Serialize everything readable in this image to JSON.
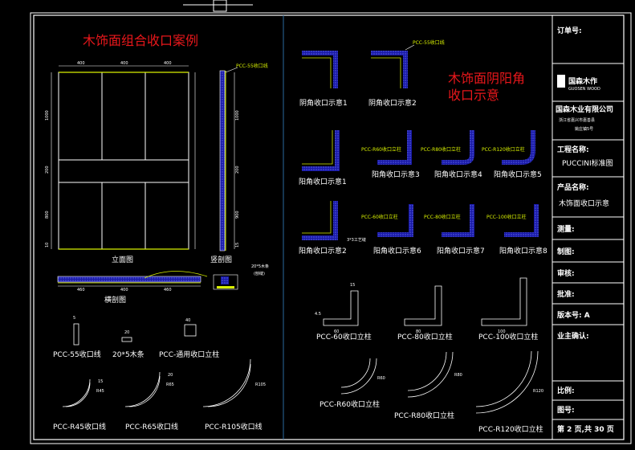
{
  "titles": {
    "left": "木饰面组合收口案例",
    "right_line1": "木饰面阴阳角",
    "right_line2": "收口示意"
  },
  "left_panel": {
    "elevation": "立面图",
    "section": "竖剖图",
    "cross_section": "横剖图",
    "pcc55_tag": "PCC-55收口线",
    "strip_note_1": "20*5木条",
    "strip_note_2": "(刨缝)",
    "dims_top": [
      "400",
      "400",
      "400"
    ],
    "dims_bottom": [
      "460",
      "400",
      "460"
    ],
    "dims_left": [
      "1000",
      "200",
      "800",
      "10"
    ],
    "dims_right": [
      "1000",
      "200",
      "900",
      "15"
    ],
    "parts": [
      "PCC-55收口线",
      "20*5木条",
      "PCC-通用收口立柱"
    ],
    "curves": [
      "PCC-R45收口线",
      "PCC-R65收口线",
      "PCC-R105收口线"
    ],
    "part_dims": [
      "5",
      "20",
      "40"
    ],
    "curve_dims": [
      "R45",
      "R65",
      "R105",
      "15",
      "20"
    ]
  },
  "right_panel": {
    "inner": [
      "阴角收口示意1",
      "阴角收口示意2"
    ],
    "outer_row1": [
      "阳角收口示意1",
      "阳角收口示意3",
      "阳角收口示意4",
      "阳角收口示意5"
    ],
    "outer_row2": [
      "阳角收口示意2",
      "阳角收口示意6",
      "阳角收口示意7",
      "阳角收口示意8"
    ],
    "tag_pcc55": "PCC-55收口线",
    "tags_row1": [
      "PCC-R60收口立柱",
      "PCC-R80收口立柱",
      "PCC-R120收口立柱"
    ],
    "tags_row2": [
      "PCC-60收口立柱",
      "PCC-80收口立柱",
      "PCC-100收口立柱"
    ],
    "joint_note": "3*3工艺缝",
    "posts": [
      "PCC-60收口立柱",
      "PCC-80收口立柱",
      "PCC-100收口立柱"
    ],
    "round_posts": [
      "PCC-R60收口立柱",
      "PCC-R80收口立柱",
      "PCC-R120收口立柱"
    ],
    "post_dims": [
      "60",
      "80",
      "100",
      "15",
      "4.5"
    ],
    "round_dims": [
      "R60",
      "R80",
      "R120"
    ]
  },
  "title_block": {
    "order_no": "订单号:",
    "brand_cn": "国森木作",
    "brand_en": "GUOSEN WOOD",
    "company": "国森木业有限公司",
    "address_1": "浙江省嘉兴市嘉善县",
    "address_2": "姚庄镇5号",
    "project_label": "工程名称:",
    "project_value": "PUCCINI标准图",
    "product_label": "产品名称:",
    "product_value": "木饰面收口示意",
    "survey": "测量:",
    "drafting": "制图:",
    "review": "审核:",
    "approve": "批准:",
    "version": "版本号: A",
    "owner": "业主确认:",
    "scale": "比例:",
    "drawing_no": "图号:",
    "page": "第 2 页,共 30 页"
  }
}
